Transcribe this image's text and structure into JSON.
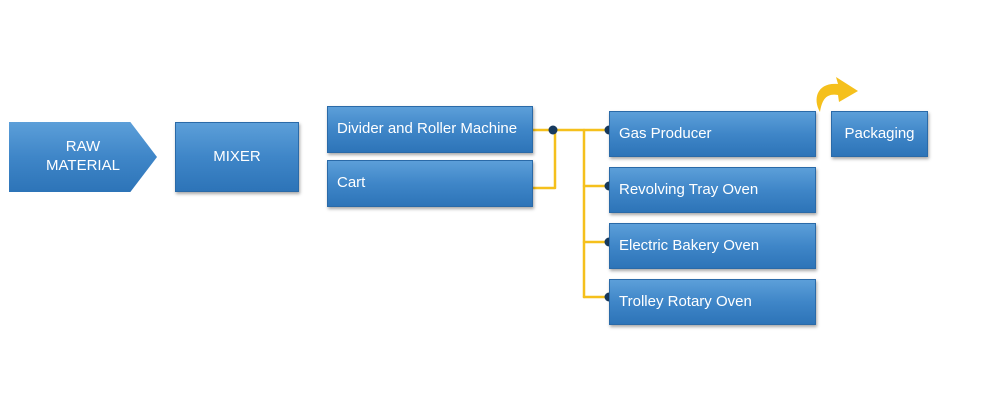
{
  "diagram": {
    "nodes": {
      "raw_material": "RAW\nMATERIAL",
      "mixer": "MIXER",
      "divider_roller": "Divider and Roller Machine",
      "cart": "Cart",
      "gas_producer": "Gas Producer",
      "revolving_tray_oven": "Revolving Tray Oven",
      "electric_bakery_oven": "Electric Bakery Oven",
      "trolley_rotary_oven": "Trolley Rotary Oven",
      "packaging": "Packaging"
    },
    "colors": {
      "box_top": "#5c9fd9",
      "box_bottom": "#2d74b8",
      "connector": "#f5c01c",
      "junction_dot": "#173a5e",
      "text": "#ffffff"
    },
    "icons": {
      "packaging_arrow": "curved-arrow-icon"
    }
  }
}
